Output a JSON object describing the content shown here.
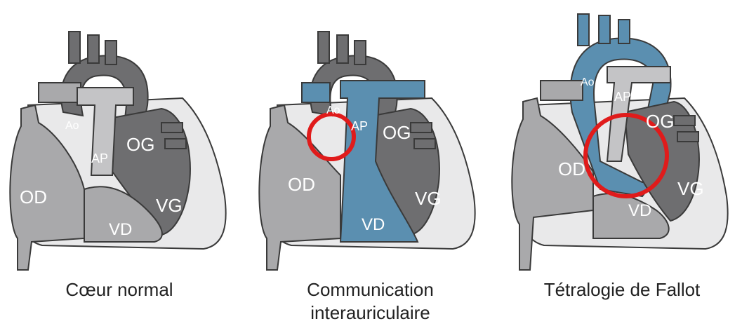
{
  "panels": [
    {
      "caption": "Cœur normal",
      "labels": {
        "ao": "Ao",
        "ap": "AP",
        "og": "OG",
        "od": "OD",
        "vg": "VG",
        "vd": "VD"
      }
    },
    {
      "caption_lines": [
        "Communication",
        "interauriculaire"
      ],
      "labels": {
        "ao": "Ao",
        "ap": "AP",
        "og": "OG",
        "od": "OD",
        "vg": "VG",
        "vd": "VD"
      }
    },
    {
      "caption": "Tétralogie de Fallot",
      "labels": {
        "ao": "Ao",
        "ap": "AP",
        "og": "OG",
        "od": "OD",
        "vg": "VG",
        "vd": "VD"
      }
    }
  ],
  "colors": {
    "dark_gray": "#6e6e70",
    "mid_gray": "#a9a9ab",
    "light_gray": "#c4c4c6",
    "blue": "#5b8fb0",
    "outline": "#3a3a3a",
    "circle": "#e01b1b"
  }
}
